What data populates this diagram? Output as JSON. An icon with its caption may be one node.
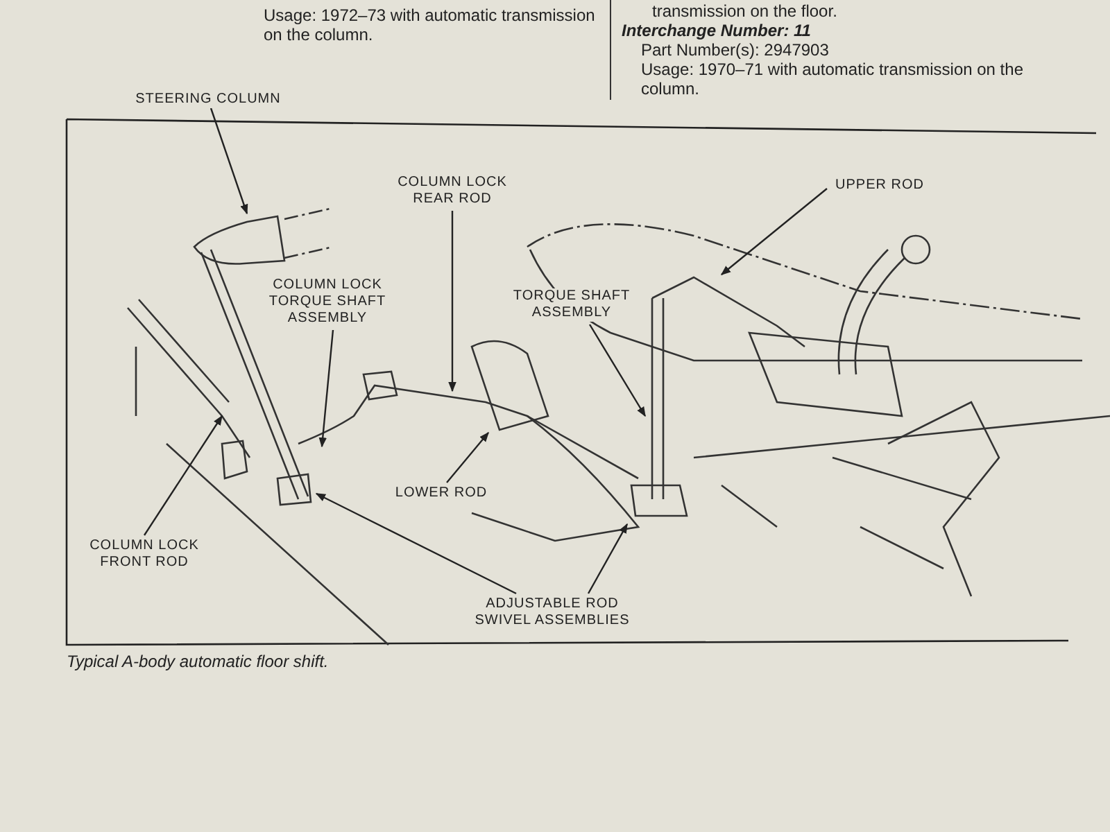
{
  "diagram": {
    "caption": "Typical A-body automatic floor shift.",
    "nodes": [
      {
        "text": [
          "STEERING COLUMN"
        ]
      },
      {
        "text": [
          "COLUMN LOCK REAR ROD"
        ]
      },
      {
        "text": [
          "COLUMN LOCK TORQUE SHAFT ASSEMBLY"
        ]
      },
      {
        "text": [
          "TORQUE SHAFT ASSEMBLY"
        ]
      },
      {
        "text": [
          "UPPER ROD"
        ]
      },
      {
        "text": [
          "LOWER ROD"
        ]
      },
      {
        "text": [
          "COLUMN LOCK FRONT ROD"
        ]
      },
      {
        "text": [
          "ADJUSTABLE ROD SWIVEL ASSEMBLIES"
        ]
      }
    ],
    "edges": [
      {
        "from": 0,
        "to": null,
        "arrow": "to"
      },
      {
        "from": 1,
        "to": null,
        "arrow": "to"
      },
      {
        "from": 2,
        "to": null,
        "arrow": "to"
      },
      {
        "from": 3,
        "to": null,
        "arrow": "to"
      },
      {
        "from": 4,
        "to": null,
        "arrow": "to"
      },
      {
        "from": 5,
        "to": null,
        "arrow": "to"
      },
      {
        "from": 6,
        "to": null,
        "arrow": "to"
      },
      {
        "from": 7,
        "to": null,
        "arrow": "to"
      },
      {
        "from": 7,
        "to": null,
        "arrow": "to"
      }
    ],
    "labels": [
      "Usage: 1972–73 with automatic transmission on the column.",
      "transmission on the floor.",
      "Interchange Number: 11",
      "Part Number(s): 2947903",
      "Usage: 1970–71 with automatic transmission on the column."
    ]
  }
}
